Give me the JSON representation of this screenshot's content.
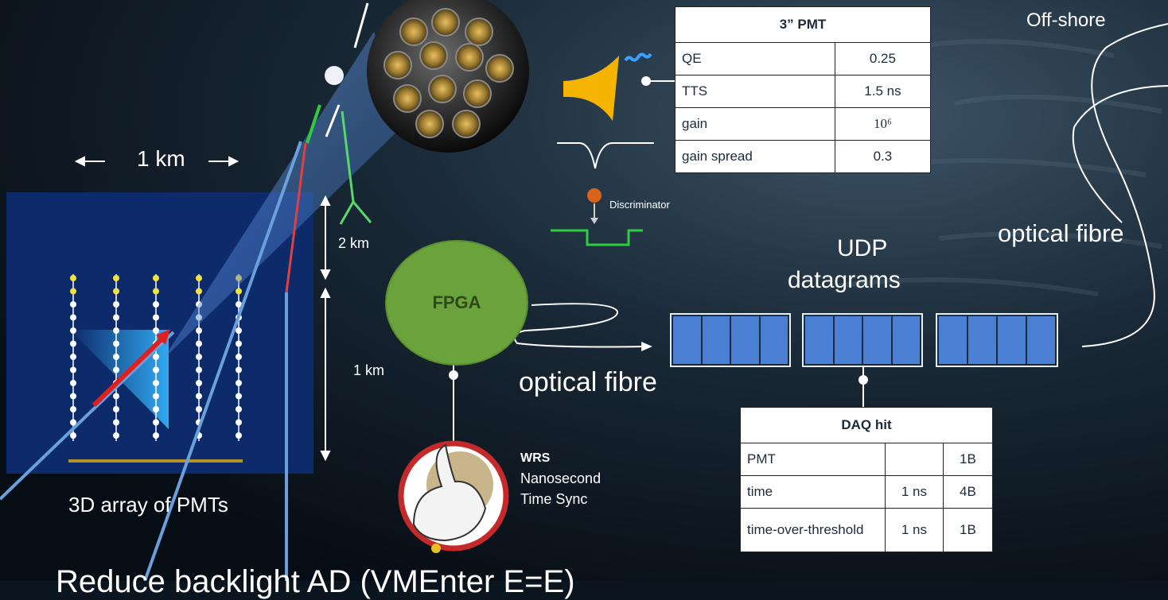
{
  "labels": {
    "offshore": "Off-shore",
    "optical_fibre_right": "optical fibre",
    "optical_fibre_mid": "optical fibre",
    "udp": "UDP",
    "datagrams": "datagrams",
    "one_km_top": "1 km",
    "two_km": "2 km",
    "one_km_side": "1 km",
    "array_caption": "3D array of PMTs",
    "fpga": "FPGA",
    "discriminator": "Discriminator",
    "wrs_title": "WRS",
    "wrs_line1": "Nanosecond",
    "wrs_line2": "Time Sync",
    "bottom_partial": "Reduce backlight AD (VMEnter E=E)"
  },
  "pmt_table": {
    "title": "3” PMT",
    "rows": [
      {
        "name": "QE",
        "value": "0.25"
      },
      {
        "name": "TTS",
        "value": "1.5 ns"
      },
      {
        "name": "gain",
        "value": "10⁶"
      },
      {
        "name": "gain spread",
        "value": "0.3"
      }
    ]
  },
  "daq_table": {
    "title": "DAQ hit",
    "rows": [
      {
        "name": "PMT",
        "res": "",
        "size": "1B"
      },
      {
        "name": "time",
        "res": "1 ns",
        "size": "4B"
      },
      {
        "name": "time-over-threshold",
        "res": "1 ns",
        "size": "1B"
      }
    ]
  },
  "colors": {
    "fpga": "#6aa23c",
    "packet": "#4a7fd4",
    "array_bg": "#0d2a6a",
    "muon": "#e02020",
    "cherenkov": "#4cd964",
    "pmt_horn": "#f5b400",
    "discriminator_dot": "#d9641a"
  }
}
